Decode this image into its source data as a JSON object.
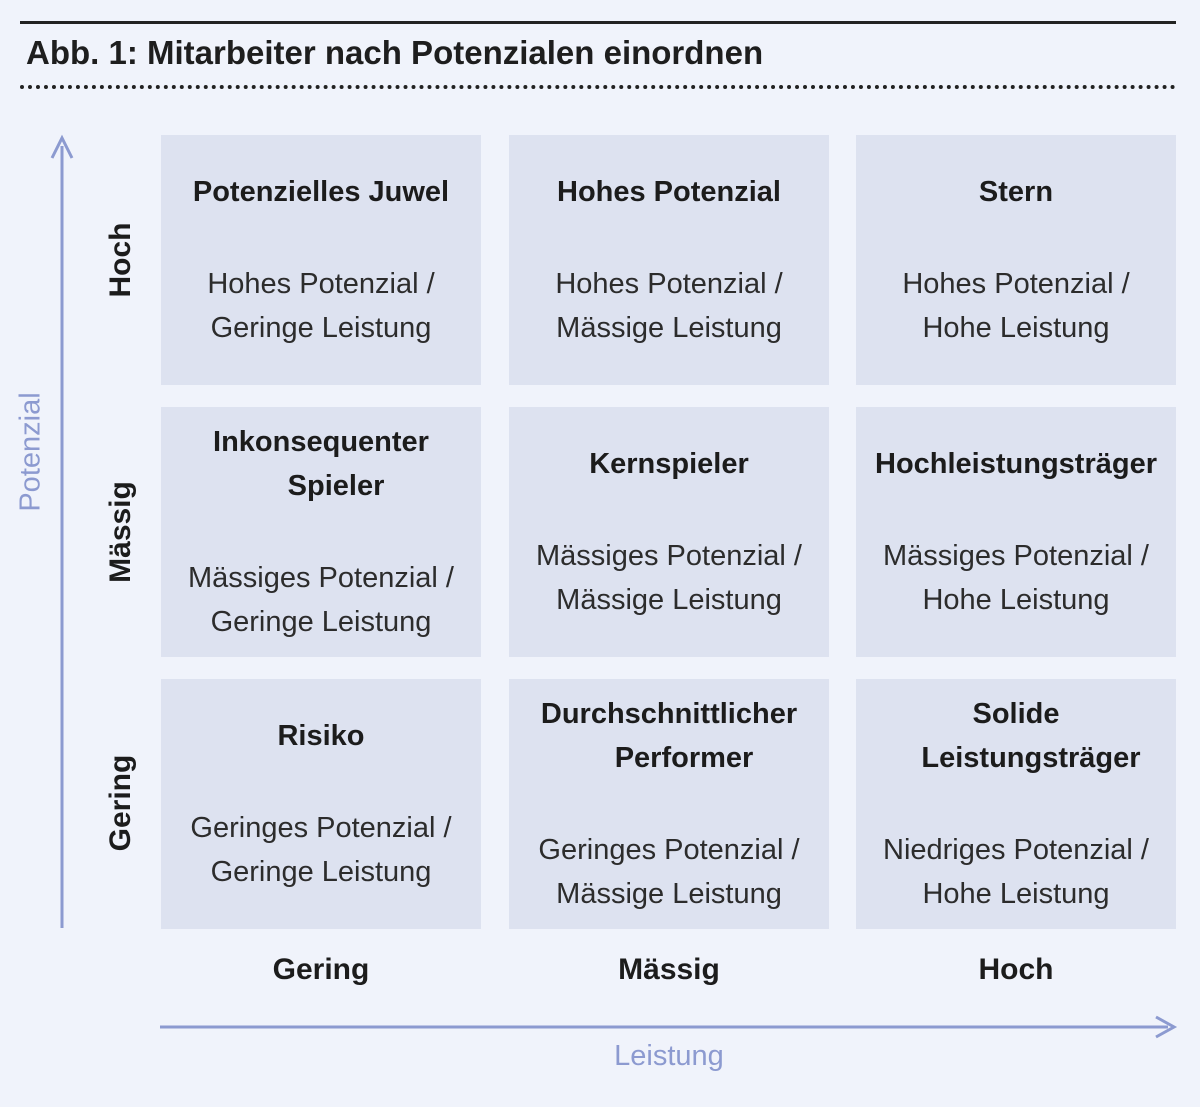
{
  "figure": {
    "title": "Abb. 1: Mitarbeiter nach Potenzialen einordnen"
  },
  "axes": {
    "y_title": "Potenzial",
    "x_title": "Leistung",
    "y_levels": [
      "Hoch",
      "Mässig",
      "Gering"
    ],
    "x_levels": [
      "Gering",
      "Mässig",
      "Hoch"
    ]
  },
  "grid": {
    "rows": [
      [
        {
          "heading": [
            "Potenzielles Juwel"
          ],
          "desc": [
            "Hohes Potenzial /",
            "Geringe Leistung"
          ]
        },
        {
          "heading": [
            "Hohes Potenzial"
          ],
          "desc": [
            "Hohes Potenzial /",
            "Mässige Leistung"
          ]
        },
        {
          "heading": [
            "Stern"
          ],
          "desc": [
            "Hohes Potenzial /",
            "Hohe Leistung"
          ]
        }
      ],
      [
        {
          "heading": [
            "Inkonsequenter",
            "Spieler"
          ],
          "desc": [
            "Mässiges Potenzial /",
            "Geringe Leistung"
          ]
        },
        {
          "heading": [
            "Kernspieler"
          ],
          "desc": [
            "Mässiges Potenzial /",
            "Mässige Leistung"
          ]
        },
        {
          "heading": [
            "Hochleistungsträger"
          ],
          "desc": [
            "Mässiges Potenzial /",
            "Hohe Leistung"
          ]
        }
      ],
      [
        {
          "heading": [
            "Risiko"
          ],
          "desc": [
            "Geringes Potenzial /",
            "Geringe Leistung"
          ]
        },
        {
          "heading": [
            "Durchschnittlicher",
            "Performer"
          ],
          "desc": [
            "Geringes Potenzial /",
            "Mässige Leistung"
          ]
        },
        {
          "heading": [
            "Solide",
            "Leistungsträger"
          ],
          "desc": [
            "Niedriges Potenzial /",
            "Hohe Leistung"
          ]
        }
      ]
    ]
  },
  "colors": {
    "background": "#f0f3fb",
    "cell_fill": "#dde2f0",
    "axis_accent": "#8c9ad0"
  }
}
